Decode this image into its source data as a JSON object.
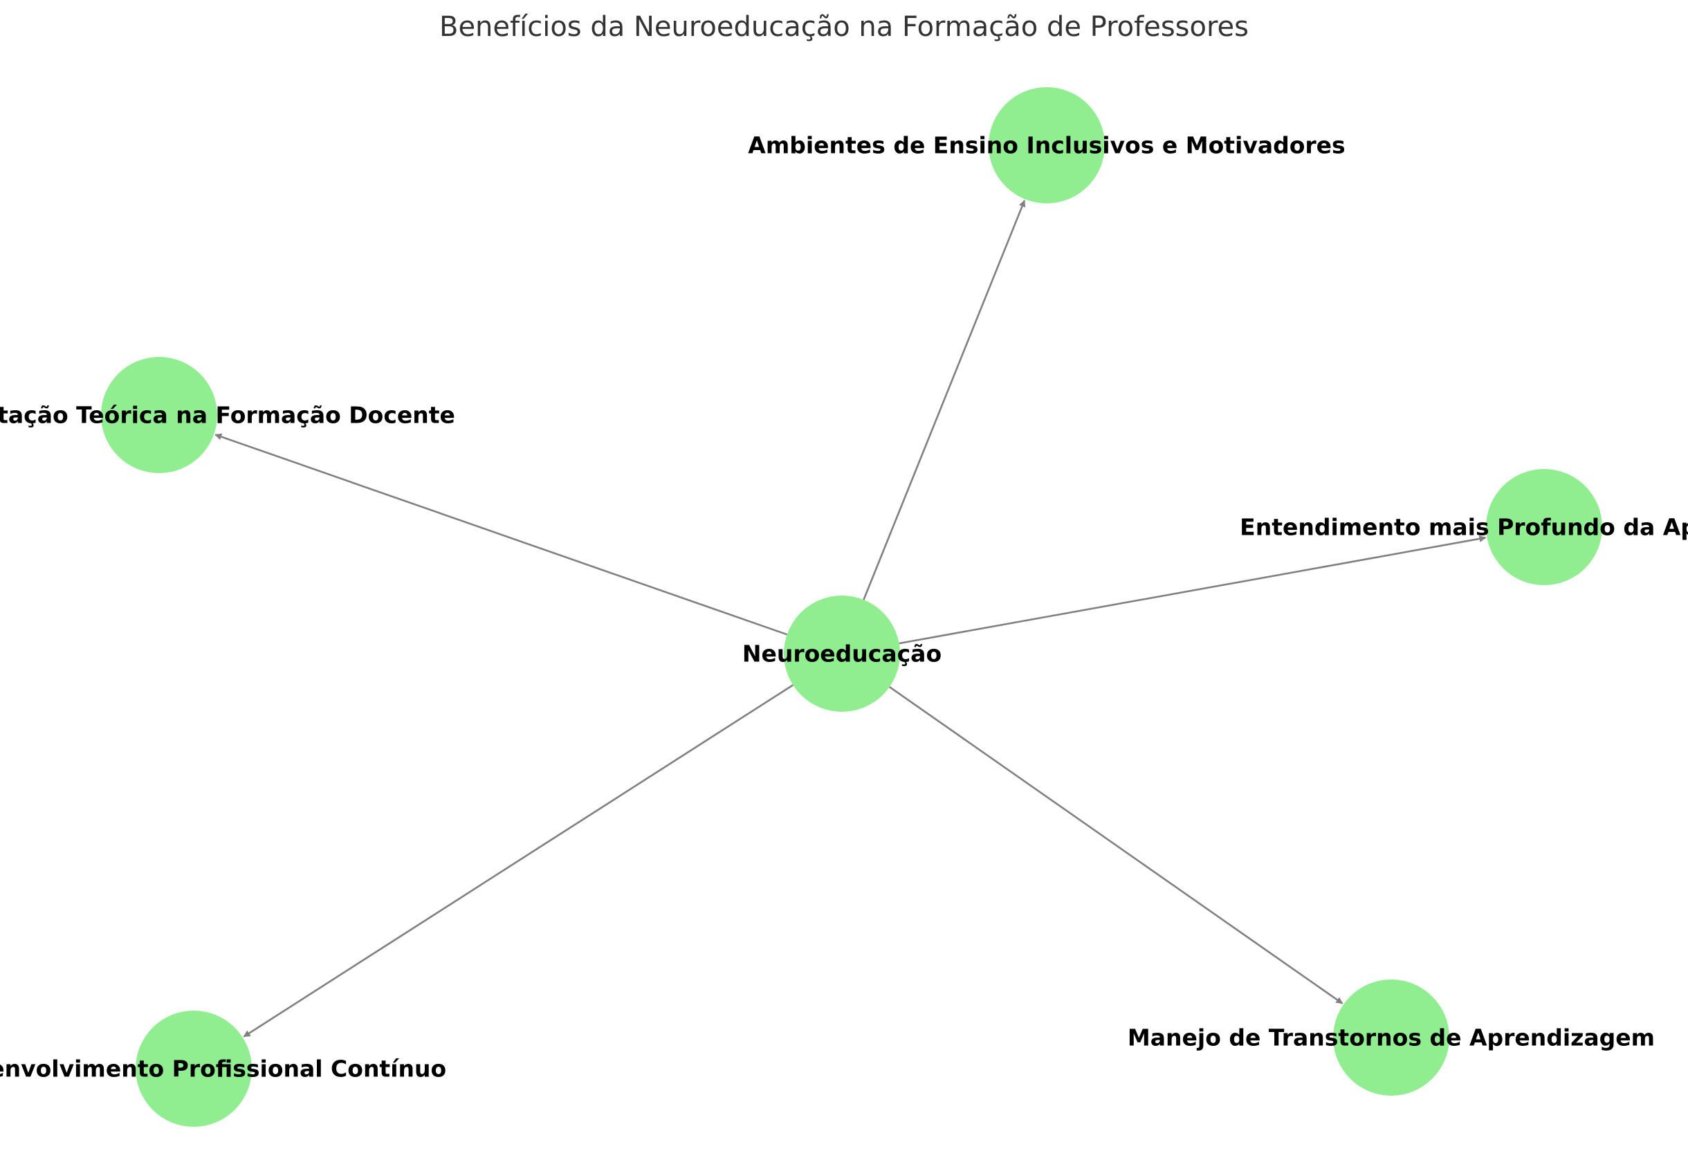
{
  "title": "Benefícios da Neuroeducação na Formação de Professores",
  "colors": {
    "node_fill": "#90ee90",
    "edge": "#808080",
    "label": "#000000",
    "title": "#333333"
  },
  "nodes": [
    {
      "id": "center",
      "label": "Neuroeducação"
    },
    {
      "id": "ambientes",
      "label": "Ambientes de Ensino Inclusivos e Motivadores"
    },
    {
      "id": "fundamentacao",
      "label": "Fundamentação Teórica na Formação Docente"
    },
    {
      "id": "entendimento",
      "label": "Entendimento mais Profundo da Aprendizagem"
    },
    {
      "id": "desenvolvimento",
      "label": "Desenvolvimento Profissional Contínuo"
    },
    {
      "id": "manejo",
      "label": "Manejo de Transtornos de Aprendizagem"
    }
  ],
  "edges": [
    {
      "from": "center",
      "to": "ambientes"
    },
    {
      "from": "center",
      "to": "fundamentacao"
    },
    {
      "from": "center",
      "to": "entendimento"
    },
    {
      "from": "center",
      "to": "desenvolvimento"
    },
    {
      "from": "center",
      "to": "manejo"
    }
  ]
}
